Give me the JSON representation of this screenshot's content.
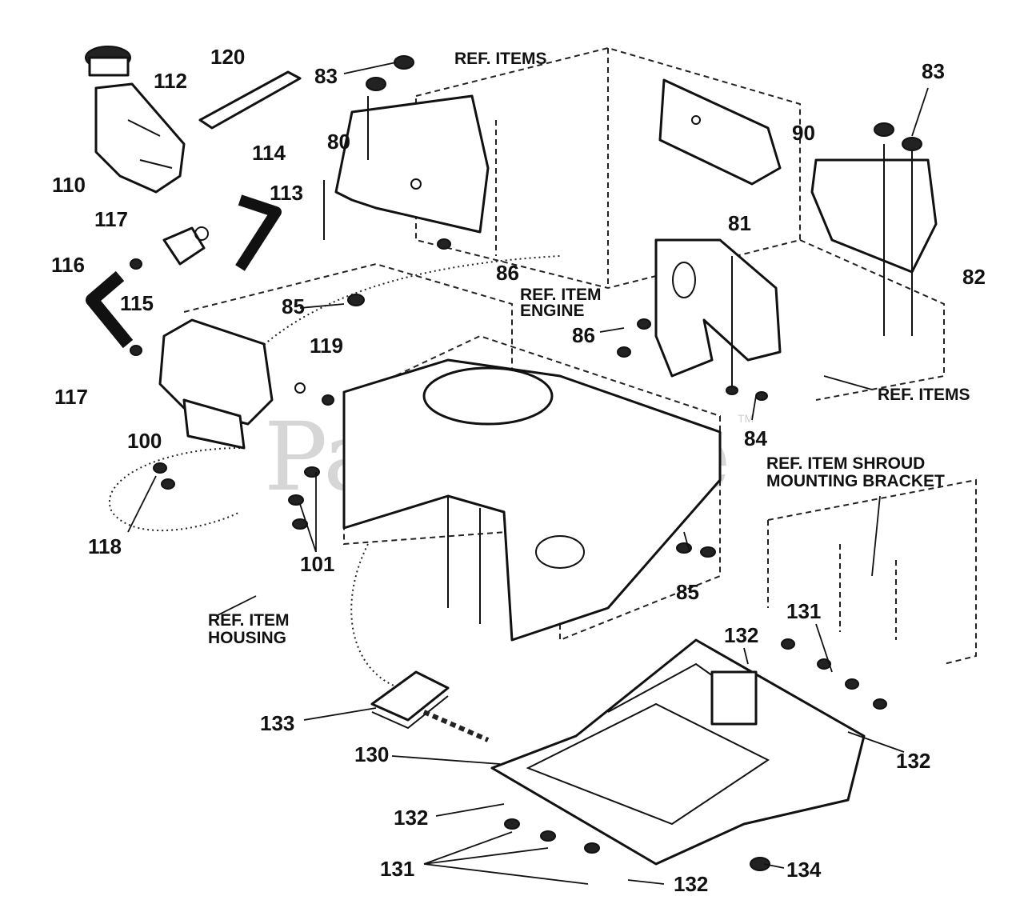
{
  "diagram": {
    "watermark": "PartsTree",
    "trademark": "TM",
    "part_numbers": {
      "p80": "80",
      "p81": "81",
      "p82": "82",
      "p83a": "83",
      "p83b": "83",
      "p84": "84",
      "p85a": "85",
      "p85b": "85",
      "p86a": "86",
      "p86b": "86",
      "p90": "90",
      "p100": "100",
      "p101": "101",
      "p110": "110",
      "p112": "112",
      "p113": "113",
      "p114": "114",
      "p115": "115",
      "p116": "116",
      "p117a": "117",
      "p117b": "117",
      "p118": "118",
      "p119": "119",
      "p120": "120",
      "p130": "130",
      "p131a": "131",
      "p131b": "131",
      "p132a": "132",
      "p132b": "132",
      "p132c": "132",
      "p132d": "132",
      "p133": "133",
      "p134": "134"
    },
    "reference_labels": {
      "ref_items_top": "REF. ITEMS",
      "ref_items_right": "REF. ITEMS",
      "ref_item_engine_1": "REF. ITEM",
      "ref_item_engine_2": "ENGINE",
      "ref_item_shroud_1": "REF. ITEM SHROUD",
      "ref_item_shroud_2": "MOUNTING BRACKET",
      "ref_item_housing_1": "REF. ITEM",
      "ref_item_housing_2": "HOUSING"
    }
  }
}
